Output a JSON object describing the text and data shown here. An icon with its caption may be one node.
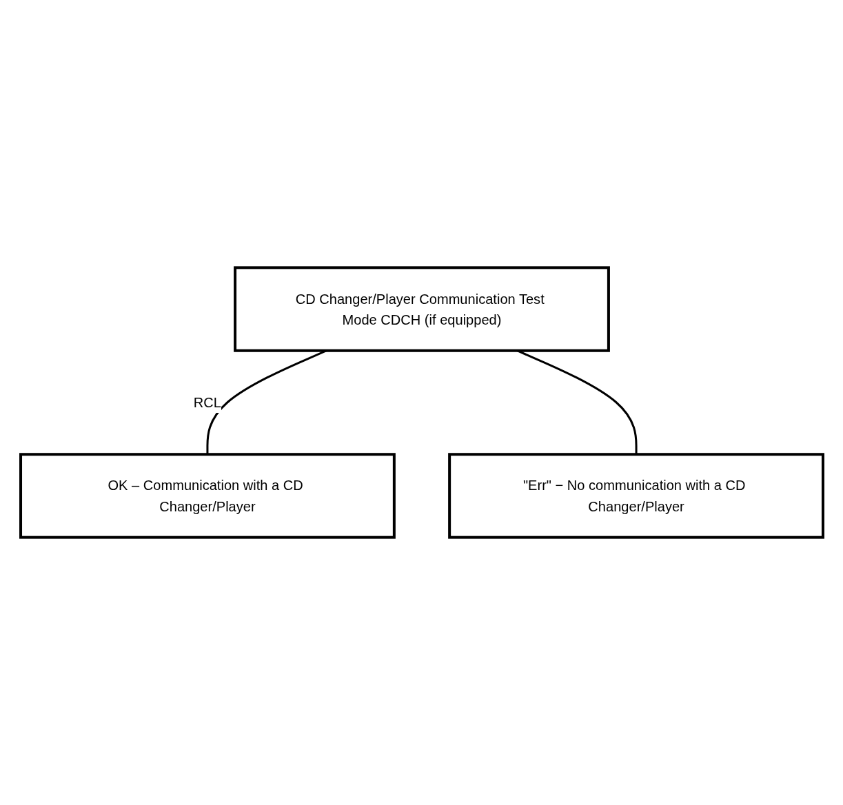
{
  "diagram": {
    "nodes": [
      {
        "text": [
          "CD Changer/Player Communication Test Mode CDCH (if equipped)"
        ]
      },
      {
        "text": [
          "OK – Communication with a CD Changer/Player"
        ]
      },
      {
        "text": [
          "\"Err\" − No communication with a CD Changer/Player"
        ]
      }
    ],
    "edges": [
      {
        "from": 0,
        "to": 1,
        "arrow": "none",
        "label": "RCL"
      },
      {
        "from": 0,
        "to": 2,
        "arrow": "none"
      }
    ]
  }
}
